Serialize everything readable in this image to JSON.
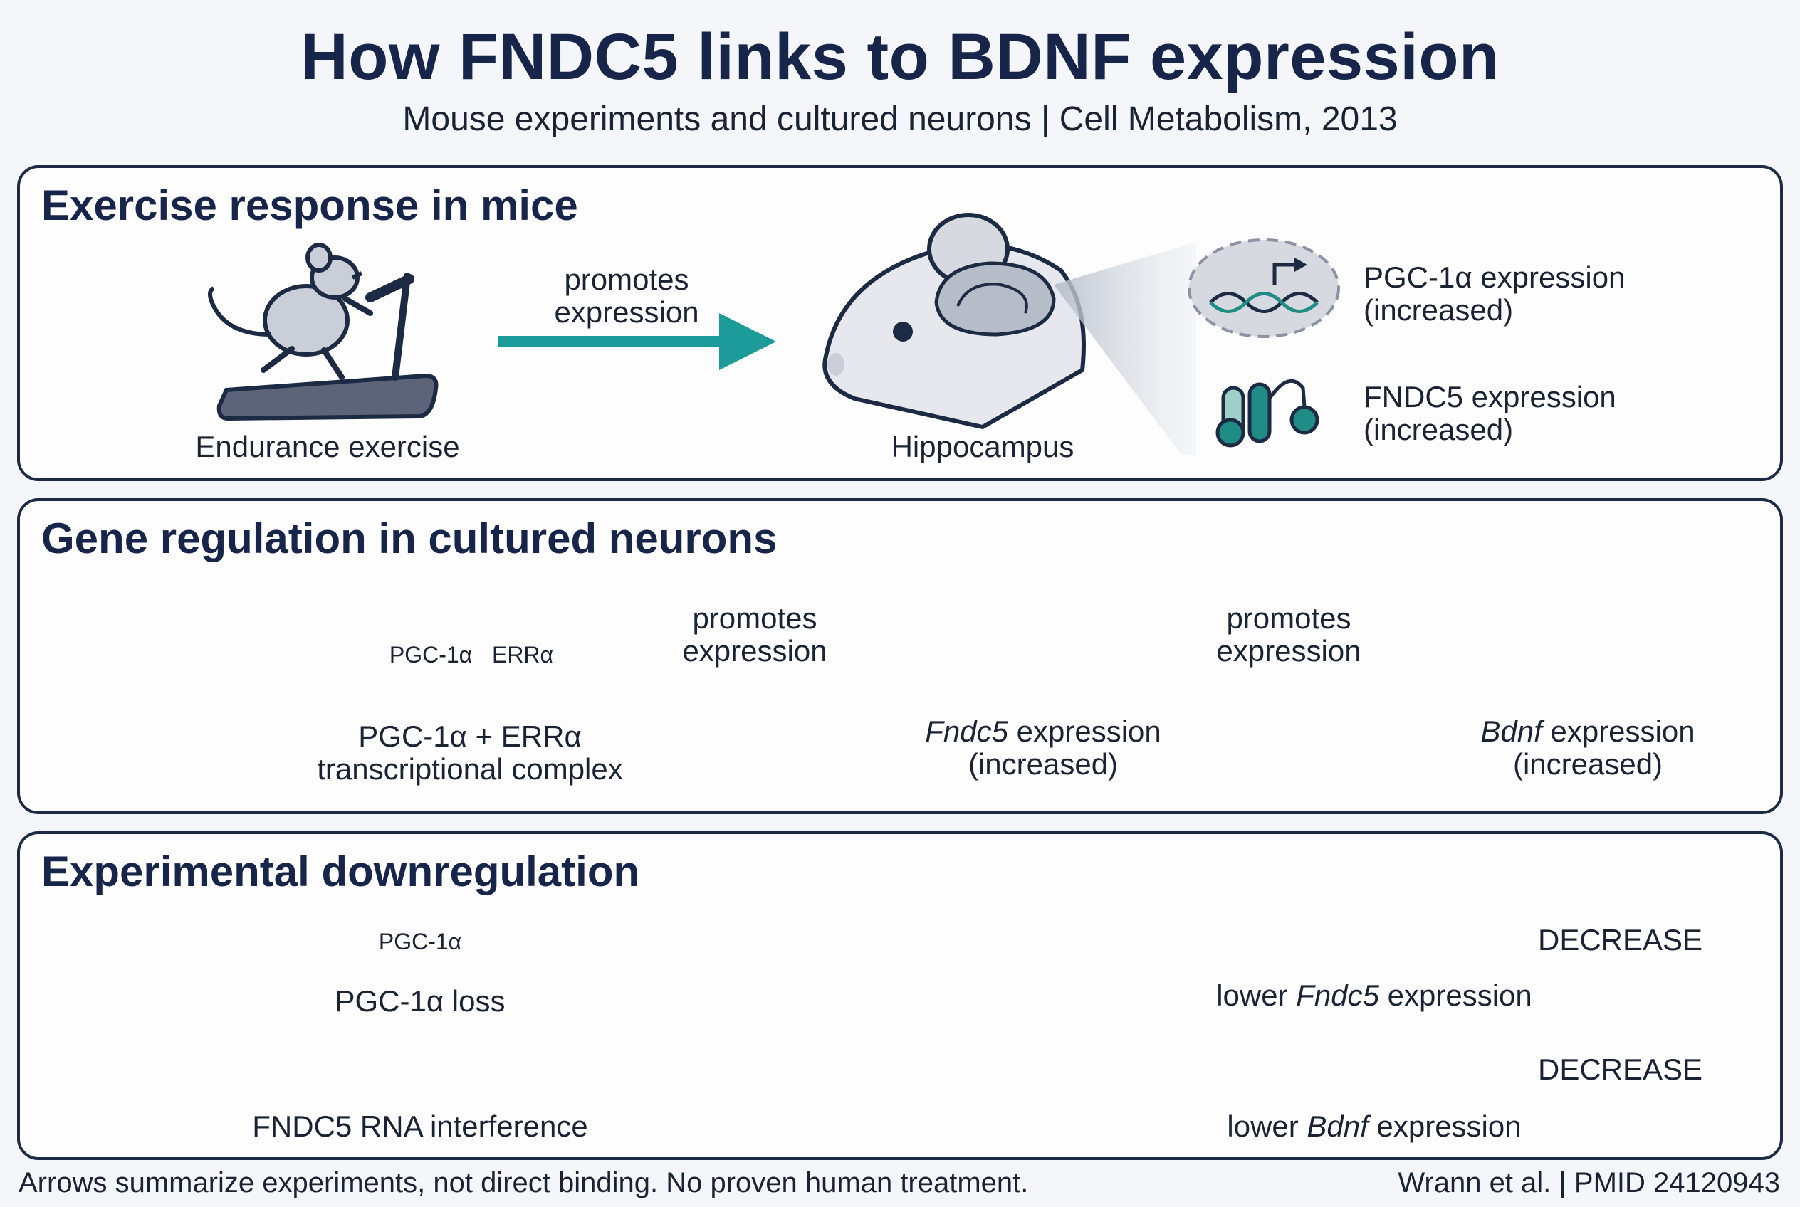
{
  "title": "How FNDC5 links to BDNF expression",
  "subtitle": "Mouse experiments and cultured neurons | Cell Metabolism, 2013",
  "panel1": {
    "heading": "Exercise response in mice",
    "exercise_label": "Endurance exercise",
    "arrow_label_1": "promotes",
    "arrow_label_2": "expression",
    "hippocampus_label": "Hippocampus",
    "pgc_line1": "PGC-1α expression",
    "pgc_line2": "(increased)",
    "fndc5_line1": "FNDC5 expression",
    "fndc5_line2": "(increased)"
  },
  "panel2": {
    "heading": "Gene regulation in cultured neurons",
    "pgc_tag": "PGC-1α",
    "err_tag": "ERRα",
    "complex_line1": "PGC-1α + ERRα",
    "complex_line2": "transcriptional complex",
    "arrow1_line1": "promotes",
    "arrow1_line2": "expression",
    "fndc5_gene": "Fndc5",
    "fndc5_rest": " expression",
    "fndc5_increased": "(increased)",
    "arrow2_line1": "promotes",
    "arrow2_line2": "expression",
    "bdnf_gene": "Bdnf",
    "bdnf_rest": " expression",
    "bdnf_increased": "(increased)"
  },
  "panel3": {
    "heading": "Experimental downregulation",
    "crossed_tag": "PGC-1α",
    "pgc_loss_label": "PGC-1α loss",
    "rnai_label": "FNDC5 RNA interference",
    "decrease1": "DECREASE",
    "lower1_prefix": "lower ",
    "lower1_gene": "Fndc5",
    "lower1_suffix": " expression",
    "decrease2": "DECREASE",
    "lower2_prefix": "lower ",
    "lower2_gene": "Bdnf",
    "lower2_suffix": " expression"
  },
  "footer": {
    "left": "Arrows summarize experiments, not direct binding. No proven human treatment.",
    "right": "Wrann et al. | PMID 24120943"
  },
  "colors": {
    "teal": "#1d9b9b",
    "navy": "#1c2a44",
    "orange": "#e9732c",
    "light_teal": "#9fd0c8",
    "dark_teal": "#1f8c86"
  }
}
